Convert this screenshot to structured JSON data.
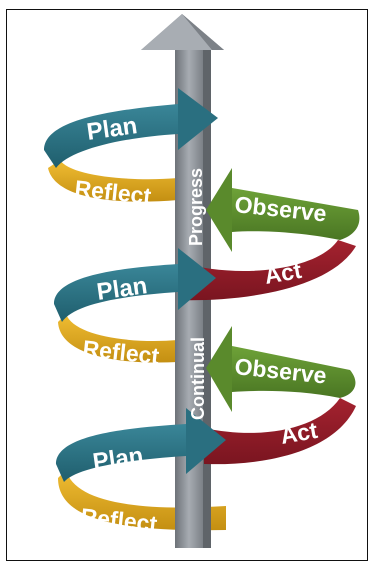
{
  "diagram": {
    "axis": {
      "label_upper": "Progress",
      "label_lower": "Continual"
    },
    "cycles": [
      {
        "plan": "Plan",
        "reflect": "Reflect",
        "observe": "Observe",
        "act": "Act"
      },
      {
        "plan": "Plan",
        "reflect": "Reflect",
        "observe": "Observe",
        "act": "Act"
      },
      {
        "plan": "Plan",
        "reflect": "Reflect"
      }
    ],
    "colors": {
      "plan": "#2a6f80",
      "reflect": "#d9a51d",
      "observe": "#5a8a2c",
      "act": "#8e1a26",
      "shaft": "#8a8f96",
      "frame": "#111111"
    }
  }
}
